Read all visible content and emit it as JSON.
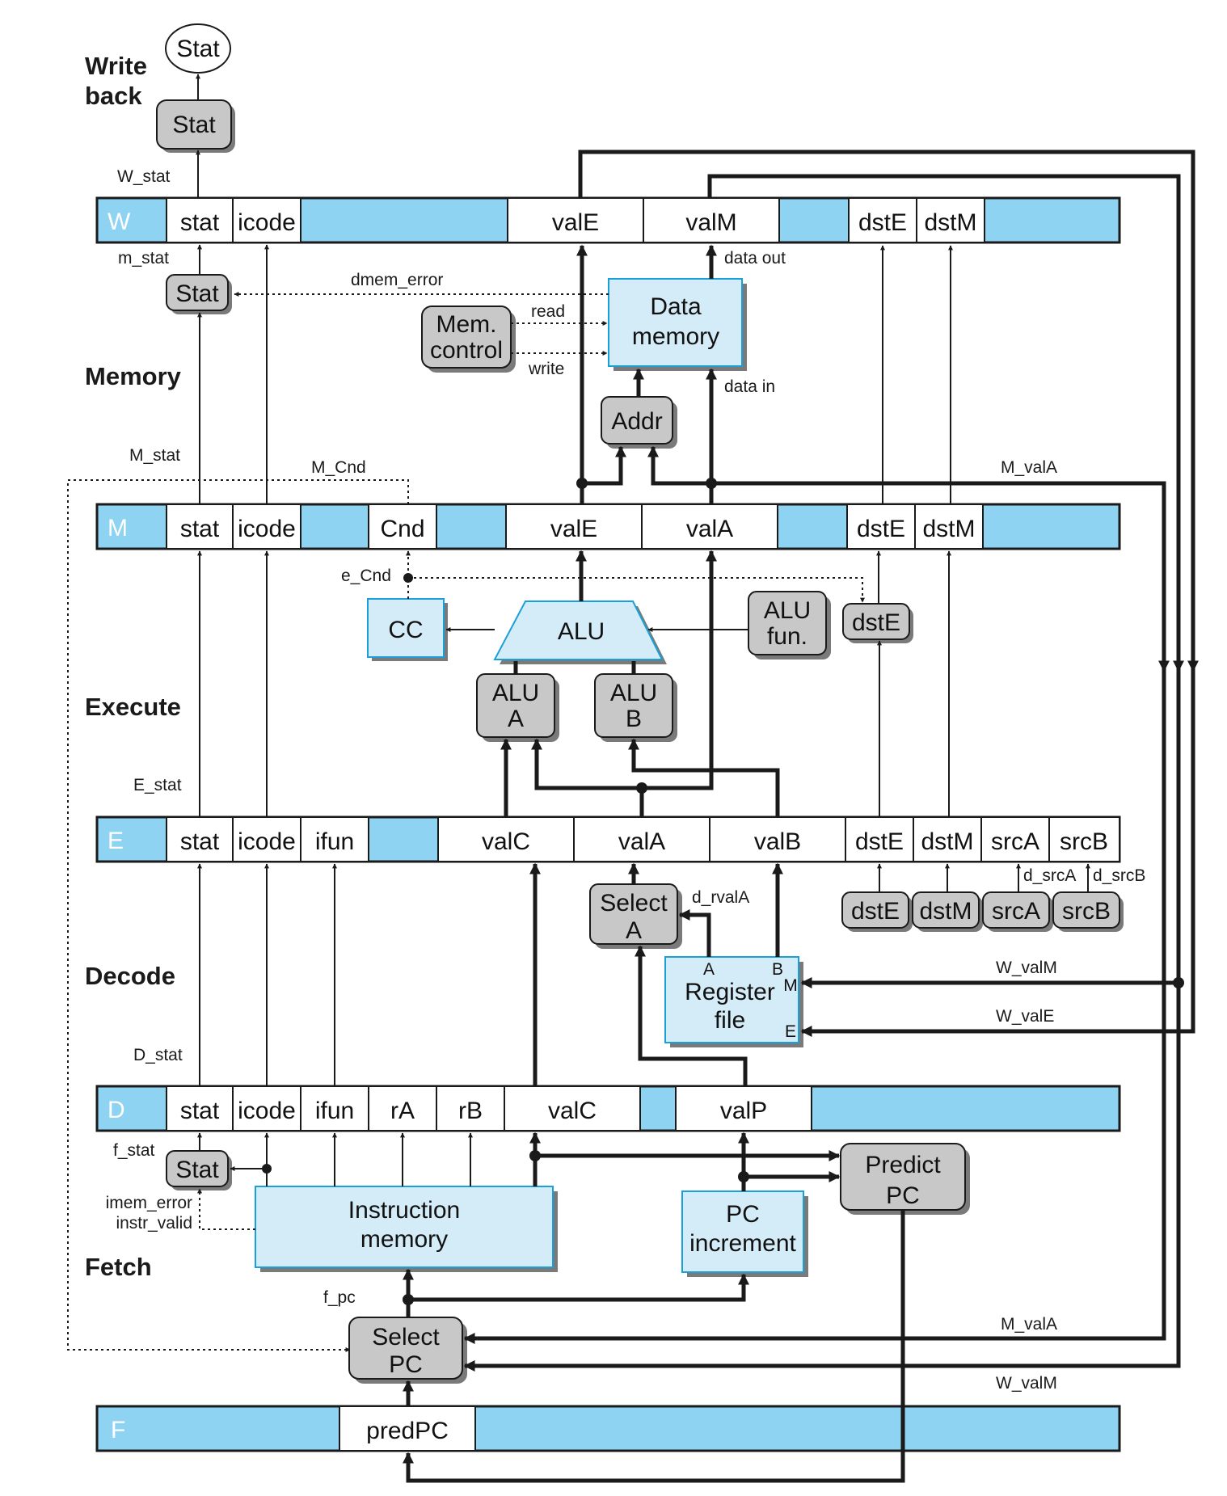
{
  "stages": {
    "write_back": [
      "Write",
      "back"
    ],
    "memory": "Memory",
    "execute": "Execute",
    "decode": "Decode",
    "fetch": "Fetch"
  },
  "registers": {
    "W": {
      "name": "W",
      "fields": [
        "stat",
        "icode",
        "valE",
        "valM",
        "dstE",
        "dstM"
      ]
    },
    "M": {
      "name": "M",
      "fields": [
        "stat",
        "icode",
        "Cnd",
        "valE",
        "valA",
        "dstE",
        "dstM"
      ]
    },
    "E": {
      "name": "E",
      "fields": [
        "stat",
        "icode",
        "ifun",
        "valC",
        "valA",
        "valB",
        "dstE",
        "dstM",
        "srcA",
        "srcB"
      ]
    },
    "D": {
      "name": "D",
      "fields": [
        "stat",
        "icode",
        "ifun",
        "rA",
        "rB",
        "valC",
        "valP"
      ]
    },
    "F": {
      "name": "F",
      "fields": [
        "predPC"
      ]
    }
  },
  "blocks": {
    "stat_out": "Stat",
    "stat_w": "Stat",
    "stat_m": "Stat",
    "stat_f": "Stat",
    "data_memory": [
      "Data",
      "memory"
    ],
    "mem_control": [
      "Mem.",
      "control"
    ],
    "addr": "Addr",
    "cc": "CC",
    "alu": "ALU",
    "alu_fun": [
      "ALU",
      "fun."
    ],
    "dstE_exec": "dstE",
    "alu_a": [
      "ALU",
      "A"
    ],
    "alu_b": [
      "ALU",
      "B"
    ],
    "select_a": [
      "Select",
      "A"
    ],
    "register_file": [
      "Register",
      "file"
    ],
    "rf_ports": {
      "a": "A",
      "b": "B",
      "m": "M",
      "e": "E"
    },
    "dstE_dec": "dstE",
    "dstM_dec": "dstM",
    "srcA_dec": "srcA",
    "srcB_dec": "srcB",
    "instruction_memory": [
      "Instruction",
      "memory"
    ],
    "pc_increment": [
      "PC",
      "increment"
    ],
    "predict_pc": [
      "Predict",
      "PC"
    ],
    "select_pc": [
      "Select",
      "PC"
    ]
  },
  "signals": {
    "W_stat": "W_stat",
    "m_stat": "m_stat",
    "dmem_error": "dmem_error",
    "read": "read",
    "write": "write",
    "data_out": "data out",
    "data_in": "data in",
    "M_stat": "M_stat",
    "M_Cnd": "M_Cnd",
    "M_valA": "M_valA",
    "e_Cnd": "e_Cnd",
    "E_stat": "E_stat",
    "d_srcA": "d_srcA",
    "d_srcB": "d_srcB",
    "d_rvalA": "d_rvalA",
    "W_valM": "W_valM",
    "W_valE": "W_valE",
    "D_stat": "D_stat",
    "f_stat": "f_stat",
    "imem_error": "imem_error",
    "instr_valid": "instr_valid",
    "f_pc": "f_pc",
    "M_valA_pc": "M_valA",
    "W_valM_pc": "W_valM"
  },
  "colors": {
    "register_bar": "#8fd3f3",
    "logic_block": "#d4ecf8",
    "control_block": "#c8c8c8",
    "shadow": "#7a7a7a",
    "line": "#1a1a1a"
  }
}
